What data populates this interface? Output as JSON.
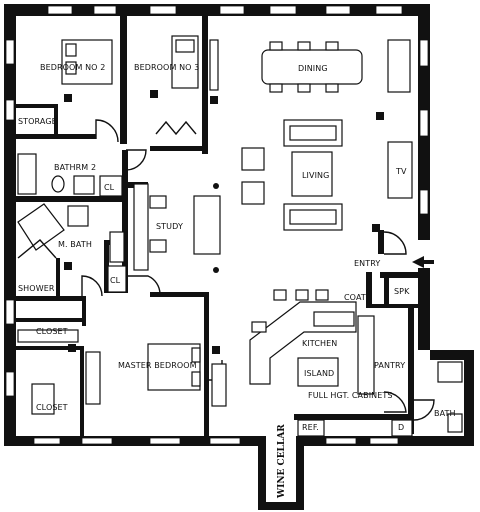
{
  "rooms": {
    "bedroom_no2": "BEDROOM NO 2",
    "bedroom_no3": "BEDROOM NO 3",
    "dining": "DINING",
    "storage": "STORAGE",
    "bathrm2": "BATHRM 2",
    "cl_upper": "CL",
    "living": "LIVING",
    "tv": "TV",
    "study": "STUDY",
    "m_bath": "M. BATH",
    "shower": "SHOWER",
    "cl_lower": "CL",
    "entry": "ENTRY",
    "coat": "COAT",
    "spk": "SPK",
    "closet_upper": "CLOSET",
    "master_bedroom": "MASTER BEDROOM",
    "kitchen": "KITCHEN",
    "island": "ISLAND",
    "pantry": "PANTRY",
    "full_hgt_cabinets": "FULL HGT. CABINETS",
    "closet_lower": "CLOSET",
    "bath": "BATH",
    "ref": "REF.",
    "d": "D",
    "wine_cellar": "WINE CELLAR"
  }
}
